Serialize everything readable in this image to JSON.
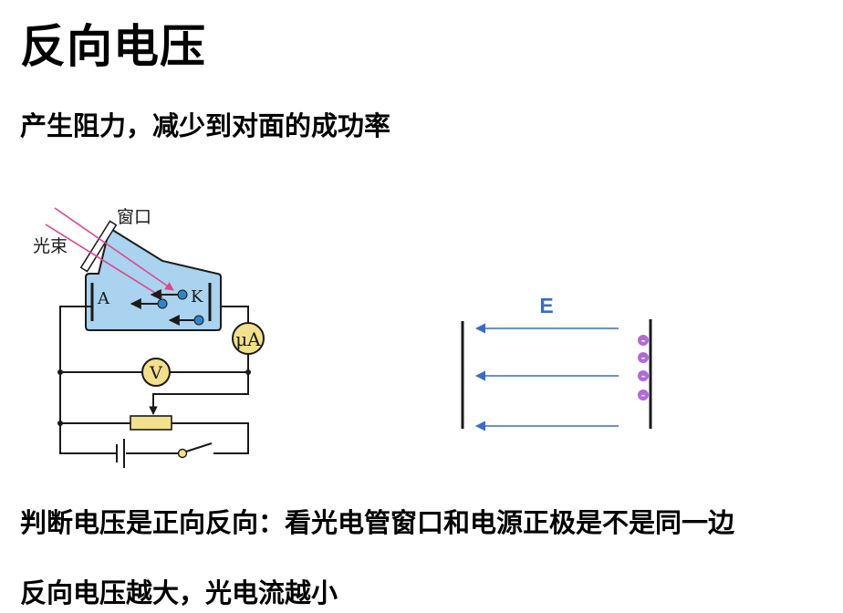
{
  "title": "反向电压",
  "subtitle": "产生阻力，减少到对面的成功率",
  "circuit": {
    "window_label": "窗口",
    "beam_label": "光束",
    "anode_label": "A",
    "cathode_label": "K",
    "microammeter_label": "μA",
    "voltmeter_label": "V",
    "tube_color": "#a9d3ee",
    "electron_color": "#2e86c9",
    "beam_color": "#e0468f",
    "rheostat_color": "#f2e08c"
  },
  "field": {
    "label": "E",
    "label_color": "#3a6cc4",
    "arrow_color": "#3a6cc4",
    "charge_symbol": "-",
    "charge_color": "#b26ad6"
  },
  "rules": {
    "direction": "判断电压是正向反向：看光电管窗口和电源正极是不是同一边",
    "effect": "反向电压越大，光电流越小"
  }
}
